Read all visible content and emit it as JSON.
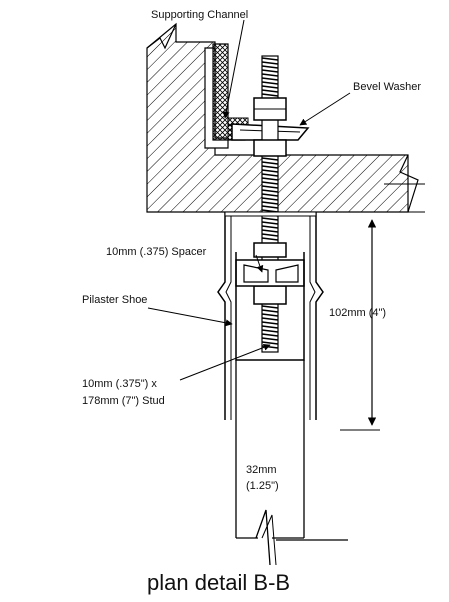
{
  "diagram": {
    "title": "plan detail B-B",
    "labels": {
      "supporting_channel": "Supporting Channel",
      "bevel_washer": "Bevel Washer",
      "spacer": "10mm (.375) Spacer",
      "pilaster_shoe": "Pilaster Shoe",
      "stud_line1": "10mm (.375\") x",
      "stud_line2": "178mm (7\") Stud",
      "dimension_height": "102mm (4\")",
      "dimension_width_line1": "32mm",
      "dimension_width_line2": "(1.25\")"
    }
  }
}
